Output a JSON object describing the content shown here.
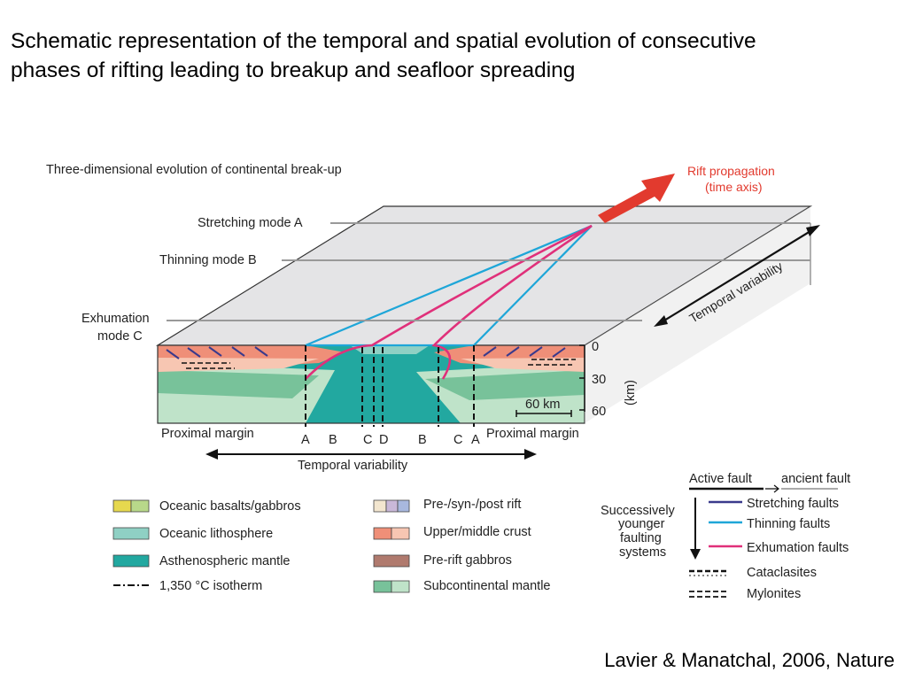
{
  "slide": {
    "title_line1": "Schematic representation of the temporal and spatial evolution of consecutive",
    "title_line2": "phases of rifting leading to breakup and seafloor spreading",
    "citation": "Lavier & Manatchal, 2006, Nature"
  },
  "figure": {
    "title": "Three-dimensional evolution of continental break-up",
    "rift_propagation_line1": "Rift propagation",
    "rift_propagation_line2": "(time axis)",
    "modes": {
      "stretching": "Stretching mode A",
      "thinning": "Thinning mode B",
      "exhumation_line1": "Exhumation",
      "exhumation_line2": "mode C"
    },
    "temporal_variability": "Temporal variability",
    "depth_axis": {
      "ticks": [
        "0",
        "30",
        "60"
      ],
      "unit": "(km)"
    },
    "scale_bar": "60 km",
    "proximal_margin": "Proximal margin",
    "section_letters": [
      "A",
      "B",
      "C",
      "D",
      "B",
      "C",
      "A"
    ]
  },
  "legend": {
    "left": [
      {
        "label": "Oceanic basalts/gabbros",
        "colors": [
          "#e6d84e",
          "#b8d88a"
        ]
      },
      {
        "label": "Oceanic lithosphere",
        "colors": [
          "#8fd0c4"
        ]
      },
      {
        "label": "Asthenospheric mantle",
        "colors": [
          "#22a8a0"
        ]
      },
      {
        "label": "1,350 °C isotherm"
      }
    ],
    "middle": [
      {
        "label": "Pre-/syn-/post rift",
        "colors": [
          "#f3e6cf",
          "#c9b8d8",
          "#a8b8de"
        ]
      },
      {
        "label": "Upper/middle crust",
        "colors": [
          "#ef8f78",
          "#f7c6b2"
        ]
      },
      {
        "label": "Pre-rift gabbros",
        "colors": [
          "#b07a6e"
        ]
      },
      {
        "label": "Subcontinental mantle",
        "colors": [
          "#78c29a",
          "#bfe3c9"
        ]
      }
    ],
    "right": {
      "active_fault": "Active fault",
      "ancient_fault": "ancient fault",
      "successively_line1": "Successively",
      "successively_line2": "younger",
      "successively_line3": "faulting",
      "successively_line4": "systems",
      "items": [
        {
          "label": "Stretching faults",
          "color": "#3a3a8c"
        },
        {
          "label": "Thinning faults",
          "color": "#1ea6d8"
        },
        {
          "label": "Exhumation faults",
          "color": "#e0307a"
        },
        {
          "label": "Cataclasites"
        },
        {
          "label": "Mylonites"
        }
      ]
    }
  }
}
